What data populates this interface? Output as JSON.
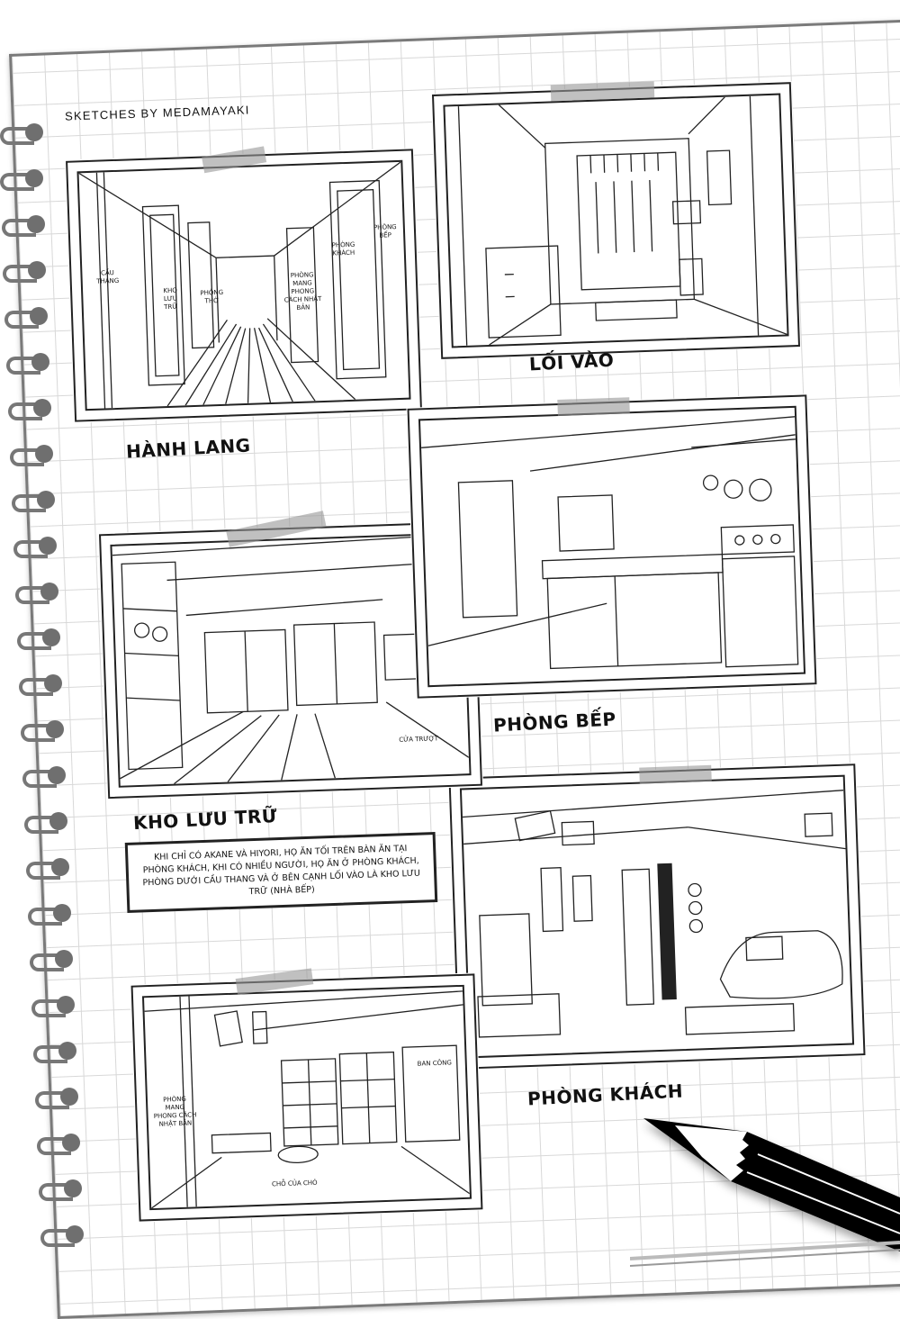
{
  "credit": "SKETCHES BY MEDAMAYAKI",
  "panels": {
    "hallway": {
      "title": "HÀNH LANG",
      "notes": [
        "CẦU THANG",
        "KHO LƯU TRỮ",
        "PHÒNG THỜ",
        "PHÒNG MANG PHONG CÁCH NHẬT BẢN",
        "PHÒNG KHÁCH",
        "PHÒNG BẾP"
      ]
    },
    "entrance": {
      "title": "LỐI VÀO"
    },
    "kitchen": {
      "title": "PHÒNG BẾP"
    },
    "storage": {
      "title": "KHO LƯU TRỮ",
      "notes": [
        "CỬA TRƯỢT"
      ]
    },
    "living_room": {
      "title": "PHÒNG KHÁCH"
    },
    "japanese_room": {
      "notes": [
        "PHÒNG MANG PHONG CÁCH NHẬT BẢN",
        "BAN CÔNG",
        "CHỖ CỦA CHÓ"
      ]
    }
  },
  "caption": "KHI CHỈ CÓ AKANE VÀ HIYORI, HỌ ĂN TỐI TRÊN BÀN ĂN TẠI PHÒNG KHÁCH, KHI CÓ NHIỀU NGƯỜI, HỌ ĂN Ở PHÒNG KHÁCH, PHÒNG DƯỚI CẦU THANG VÀ Ở BÊN CẠNH LỐI VÀO LÀ KHO LƯU TRỮ (NHÀ BẾP)",
  "colors": {
    "ink": "#111111",
    "ring": "#6f6f6f",
    "grid": "#d8d8d8",
    "tape": "#969696"
  }
}
